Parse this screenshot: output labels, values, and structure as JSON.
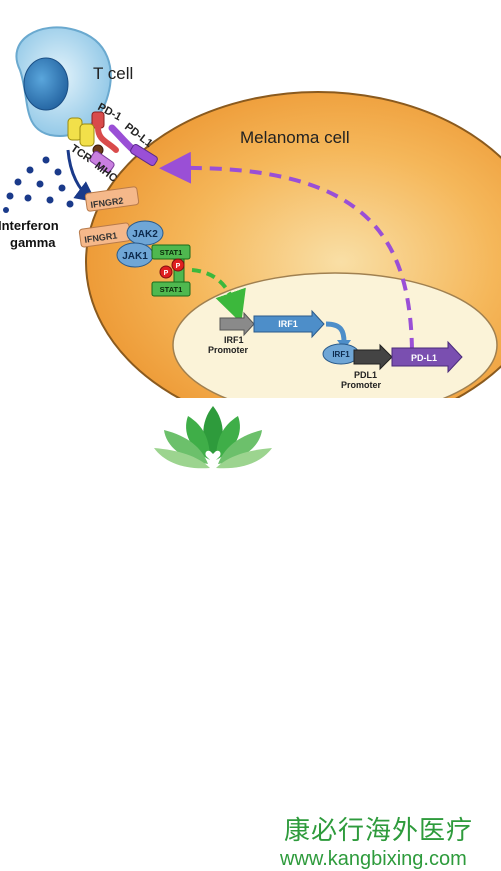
{
  "labels": {
    "t_cell": "T cell",
    "melanoma_cell": "Melanoma cell",
    "pd1": "PD-1",
    "pdl1_membrane": "PD-L1",
    "tcr": "TCR",
    "mhc": "MHC",
    "interferon_line1": "Interferon",
    "interferon_line2": "gamma",
    "ifngr2": "IFNGR2",
    "ifngr1": "IFNGR1",
    "jak2": "JAK2",
    "jak1": "JAK1",
    "stat1_top": "STAT1",
    "stat1_bottom": "STAT1",
    "phospho_1": "P",
    "phospho_2": "P",
    "irf1_promoter_line1": "IRF1",
    "irf1_promoter_line2": "Promoter",
    "irf1_gene": "IRF1",
    "irf1_protein": "IRF1",
    "pdl1_promoter_line1": "PDL1",
    "pdl1_promoter_line2": "Promoter",
    "pdl1_gene": "PD-L1"
  },
  "footer": {
    "brand_cn": "康必行海外医疗",
    "brand_url": "www.kangbixing.com"
  },
  "colors": {
    "melanoma_outer": "#f0a040",
    "melanoma_center": "#f7d59a",
    "nucleus": "#fbf3d8",
    "t_cell": "#9cd0ec",
    "t_cell_nucleus": "#2e7fbd",
    "interferon_dots": "#1a3a8a",
    "receptor": "#f5b88a",
    "jak": "#6fa6d6",
    "stat": "#4fb84f",
    "phospho": "#e02020",
    "arrow_green": "#3cb83c",
    "arrow_purple": "#9a4fd6",
    "irf1_arrow": "#4d8ec9",
    "pdl1_arrow": "#7a4fb0",
    "promoter_gray": "#888888",
    "brand_green": "#2e9b3c"
  }
}
